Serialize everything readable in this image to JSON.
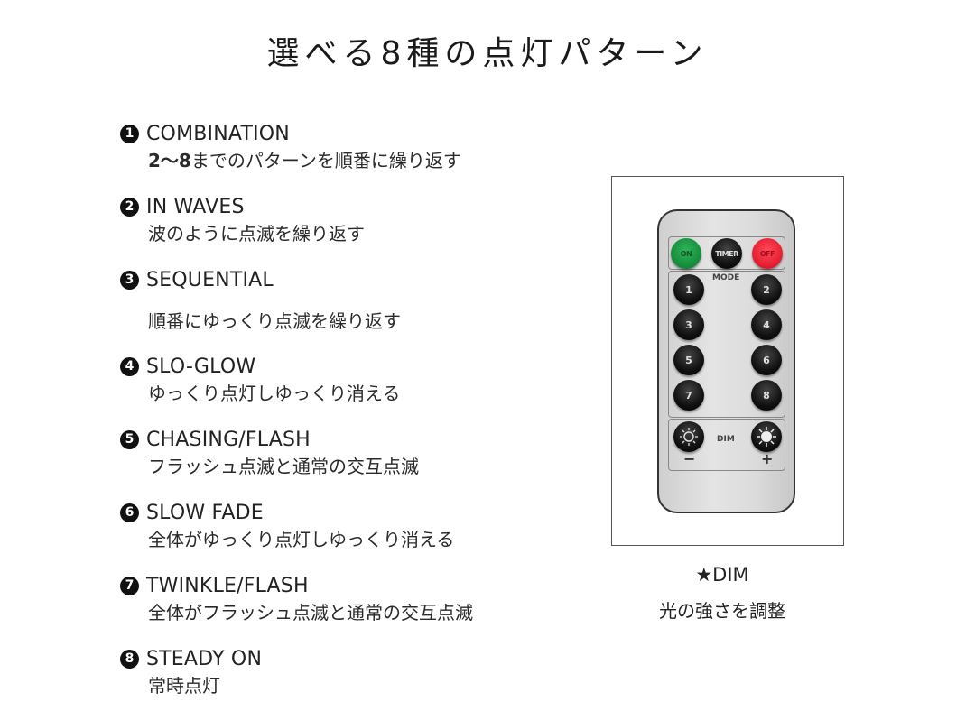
{
  "title": "選べる8種の点灯パターン",
  "modes": [
    {
      "num": "1",
      "name": "COMBINATION",
      "desc_bold": "2～8",
      "desc": "までのパターンを順番に繰り返す"
    },
    {
      "num": "2",
      "name": "IN WAVES",
      "desc": "波のように点滅を繰り返す"
    },
    {
      "num": "3",
      "name": "SEQUENTIAL",
      "desc": "順番にゆっくり点滅を繰り返す"
    },
    {
      "num": "4",
      "name": "SLO-GLOW",
      "desc": "ゆっくり点灯しゆっくり消える"
    },
    {
      "num": "5",
      "name": "CHASING/FLASH",
      "desc": "フラッシュ点滅と通常の交互点滅"
    },
    {
      "num": "6",
      "name": "SLOW FADE",
      "desc": "全体がゆっくり点灯しゆっくり消える"
    },
    {
      "num": "7",
      "name": "TWINKLE/FLASH",
      "desc": "全体がフラッシュ点滅と通常の交互点滅"
    },
    {
      "num": "8",
      "name": "STEADY ON",
      "desc": "常時点灯"
    }
  ],
  "remote": {
    "on_label": "ON",
    "timer_label": "TIMER",
    "off_label": "OFF",
    "mode_label": "MODE",
    "dim_label": "DIM",
    "minus_label": "−",
    "plus_label": "+",
    "mode_buttons": [
      "1",
      "2",
      "3",
      "4",
      "5",
      "6",
      "7",
      "8"
    ],
    "colors": {
      "on": "#1a9a44",
      "off": "#e8202f",
      "body": "#d9d9d9"
    }
  },
  "dim_caption": {
    "title": "★DIM",
    "desc": "光の強さを調整"
  }
}
